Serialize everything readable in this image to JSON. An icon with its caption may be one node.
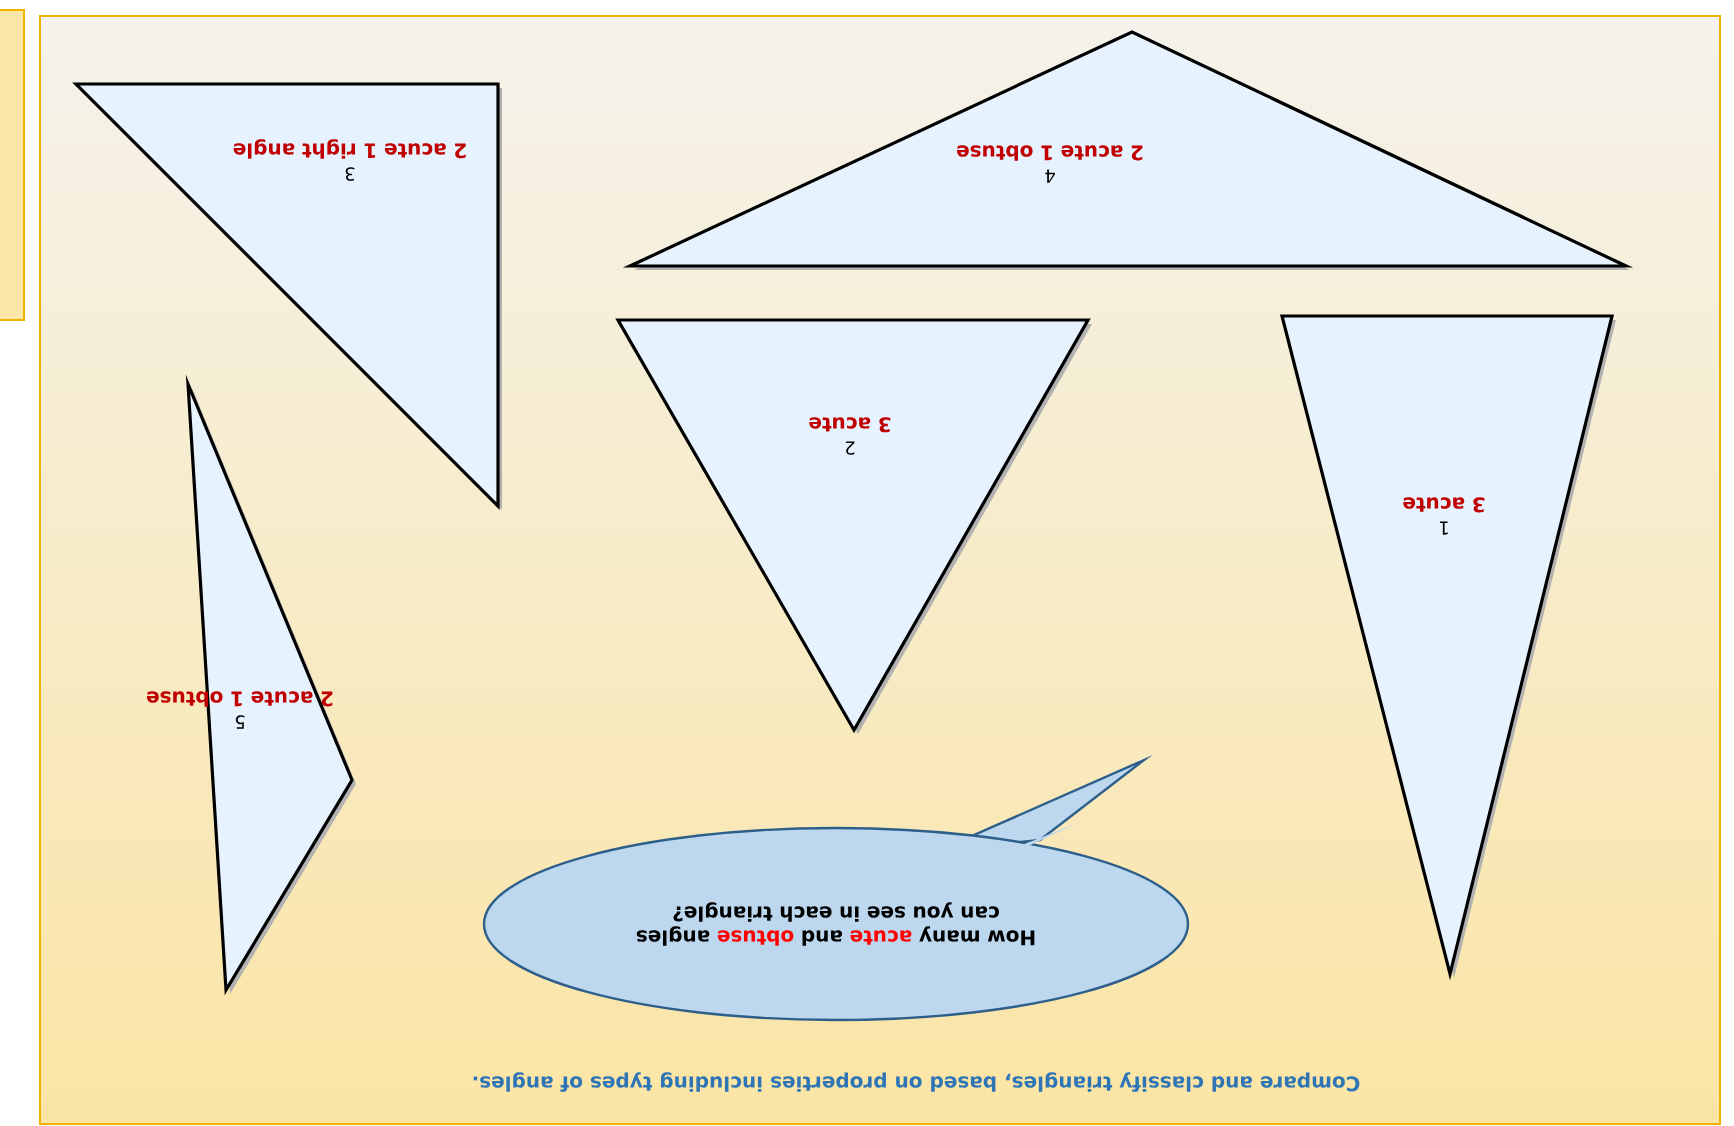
{
  "diagram": {
    "title": "Compare and classify triangles, based on properties including types of angles.",
    "nodes": [
      {
        "text": [
          "1",
          "3 acute"
        ]
      },
      {
        "text": [
          "2",
          "3 acute"
        ]
      },
      {
        "text": [
          "3",
          "2 acute 1 right angle"
        ]
      },
      {
        "text": [
          "4",
          "2 acute 1 obtuse"
        ]
      },
      {
        "text": [
          "5",
          "2 acute 1 obtuse"
        ]
      },
      {
        "text": [
          "How many **acute** and **obtuse** angles can you see in each triangle?"
        ]
      }
    ]
  }
}
